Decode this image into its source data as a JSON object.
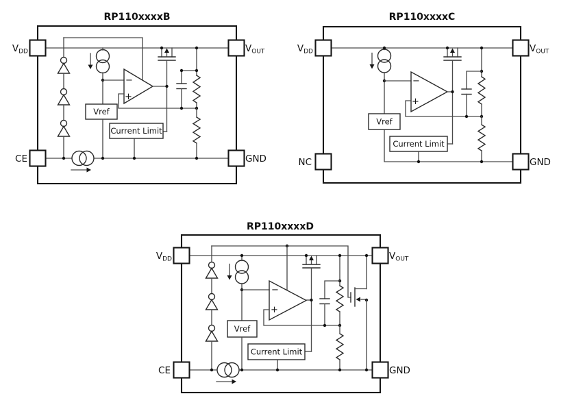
{
  "page": {
    "background": "#ffffff"
  },
  "colors": {
    "wire": "#4a4a4a",
    "component": "#2a2a2a",
    "frame": "#161616",
    "text": "#111111"
  },
  "symbols": {
    "opamp_minus": "−",
    "opamp_plus": "+"
  },
  "diagrams": [
    {
      "id": "B",
      "title": "RP110xxxxB",
      "pins": [
        {
          "name": "vdd",
          "main": "V",
          "sub": "DD"
        },
        {
          "name": "vout",
          "main": "V",
          "sub": "OUT"
        },
        {
          "name": "ce",
          "main": "CE",
          "sub": ""
        },
        {
          "name": "gnd",
          "main": "GND",
          "sub": ""
        }
      ],
      "blocks": {
        "vref": "Vref",
        "current_limit": "Current Limit"
      }
    },
    {
      "id": "C",
      "title": "RP110xxxxC",
      "pins": [
        {
          "name": "vdd",
          "main": "V",
          "sub": "DD"
        },
        {
          "name": "vout",
          "main": "V",
          "sub": "OUT"
        },
        {
          "name": "nc",
          "main": "NC",
          "sub": ""
        },
        {
          "name": "gnd",
          "main": "GND",
          "sub": ""
        }
      ],
      "blocks": {
        "vref": "Vref",
        "current_limit": "Current Limit"
      }
    },
    {
      "id": "D",
      "title": "RP110xxxxD",
      "pins": [
        {
          "name": "vdd",
          "main": "V",
          "sub": "DD"
        },
        {
          "name": "vout",
          "main": "V",
          "sub": "OUT"
        },
        {
          "name": "ce",
          "main": "CE",
          "sub": ""
        },
        {
          "name": "gnd",
          "main": "GND",
          "sub": ""
        }
      ],
      "blocks": {
        "vref": "Vref",
        "current_limit": "Current Limit"
      }
    }
  ]
}
